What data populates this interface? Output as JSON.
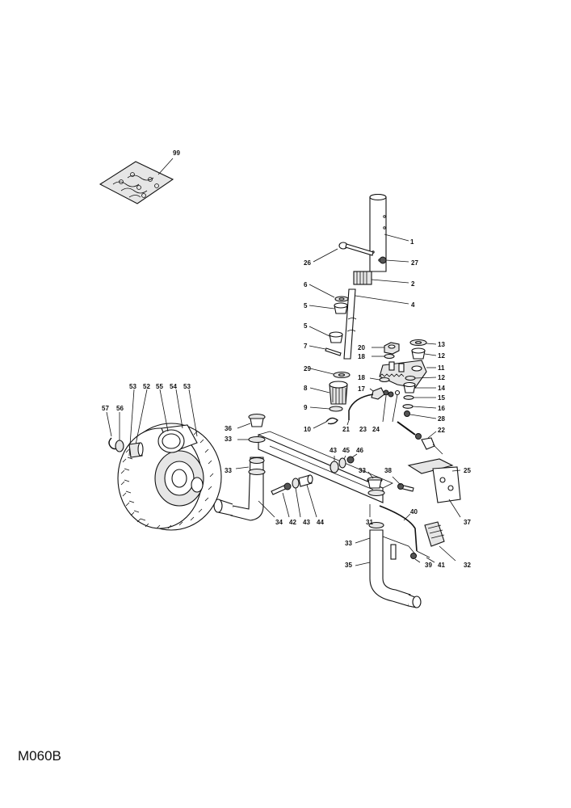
{
  "diagram": {
    "code": "M060B",
    "labels": [
      {
        "id": "lbl-99",
        "text": "99"
      },
      {
        "id": "lbl-1",
        "text": "1"
      },
      {
        "id": "lbl-26",
        "text": "26"
      },
      {
        "id": "lbl-27",
        "text": "27"
      },
      {
        "id": "lbl-2",
        "text": "2"
      },
      {
        "id": "lbl-6",
        "text": "6"
      },
      {
        "id": "lbl-5a",
        "text": "5"
      },
      {
        "id": "lbl-4",
        "text": "4"
      },
      {
        "id": "lbl-5b",
        "text": "5"
      },
      {
        "id": "lbl-7",
        "text": "7"
      },
      {
        "id": "lbl-20",
        "text": "20"
      },
      {
        "id": "lbl-18a",
        "text": "18"
      },
      {
        "id": "lbl-13",
        "text": "13"
      },
      {
        "id": "lbl-12a",
        "text": "12"
      },
      {
        "id": "lbl-11",
        "text": "11"
      },
      {
        "id": "lbl-29",
        "text": "29"
      },
      {
        "id": "lbl-18b",
        "text": "18"
      },
      {
        "id": "lbl-12b",
        "text": "12"
      },
      {
        "id": "lbl-17",
        "text": "17"
      },
      {
        "id": "lbl-14",
        "text": "14"
      },
      {
        "id": "lbl-8",
        "text": "8"
      },
      {
        "id": "lbl-15",
        "text": "15"
      },
      {
        "id": "lbl-16",
        "text": "16"
      },
      {
        "id": "lbl-9",
        "text": "9"
      },
      {
        "id": "lbl-28",
        "text": "28"
      },
      {
        "id": "lbl-10",
        "text": "10"
      },
      {
        "id": "lbl-21",
        "text": "21"
      },
      {
        "id": "lbl-23",
        "text": "23"
      },
      {
        "id": "lbl-24",
        "text": "24"
      },
      {
        "id": "lbl-22",
        "text": "22"
      },
      {
        "id": "lbl-53a",
        "text": "53"
      },
      {
        "id": "lbl-52",
        "text": "52"
      },
      {
        "id": "lbl-55",
        "text": "55"
      },
      {
        "id": "lbl-54",
        "text": "54"
      },
      {
        "id": "lbl-53b",
        "text": "53"
      },
      {
        "id": "lbl-57",
        "text": "57"
      },
      {
        "id": "lbl-56",
        "text": "56"
      },
      {
        "id": "lbl-36",
        "text": "36"
      },
      {
        "id": "lbl-33a",
        "text": "33"
      },
      {
        "id": "lbl-43a",
        "text": "43"
      },
      {
        "id": "lbl-45",
        "text": "45"
      },
      {
        "id": "lbl-46",
        "text": "46"
      },
      {
        "id": "lbl-25",
        "text": "25"
      },
      {
        "id": "lbl-33b",
        "text": "33"
      },
      {
        "id": "lbl-33c",
        "text": "33"
      },
      {
        "id": "lbl-38",
        "text": "38"
      },
      {
        "id": "lbl-34",
        "text": "34"
      },
      {
        "id": "lbl-42",
        "text": "42"
      },
      {
        "id": "lbl-43b",
        "text": "43"
      },
      {
        "id": "lbl-44",
        "text": "44"
      },
      {
        "id": "lbl-31",
        "text": "31"
      },
      {
        "id": "lbl-40",
        "text": "40"
      },
      {
        "id": "lbl-37",
        "text": "37"
      },
      {
        "id": "lbl-33d",
        "text": "33"
      },
      {
        "id": "lbl-35",
        "text": "35"
      },
      {
        "id": "lbl-39",
        "text": "39"
      },
      {
        "id": "lbl-41",
        "text": "41"
      },
      {
        "id": "lbl-32",
        "text": "32"
      }
    ]
  }
}
